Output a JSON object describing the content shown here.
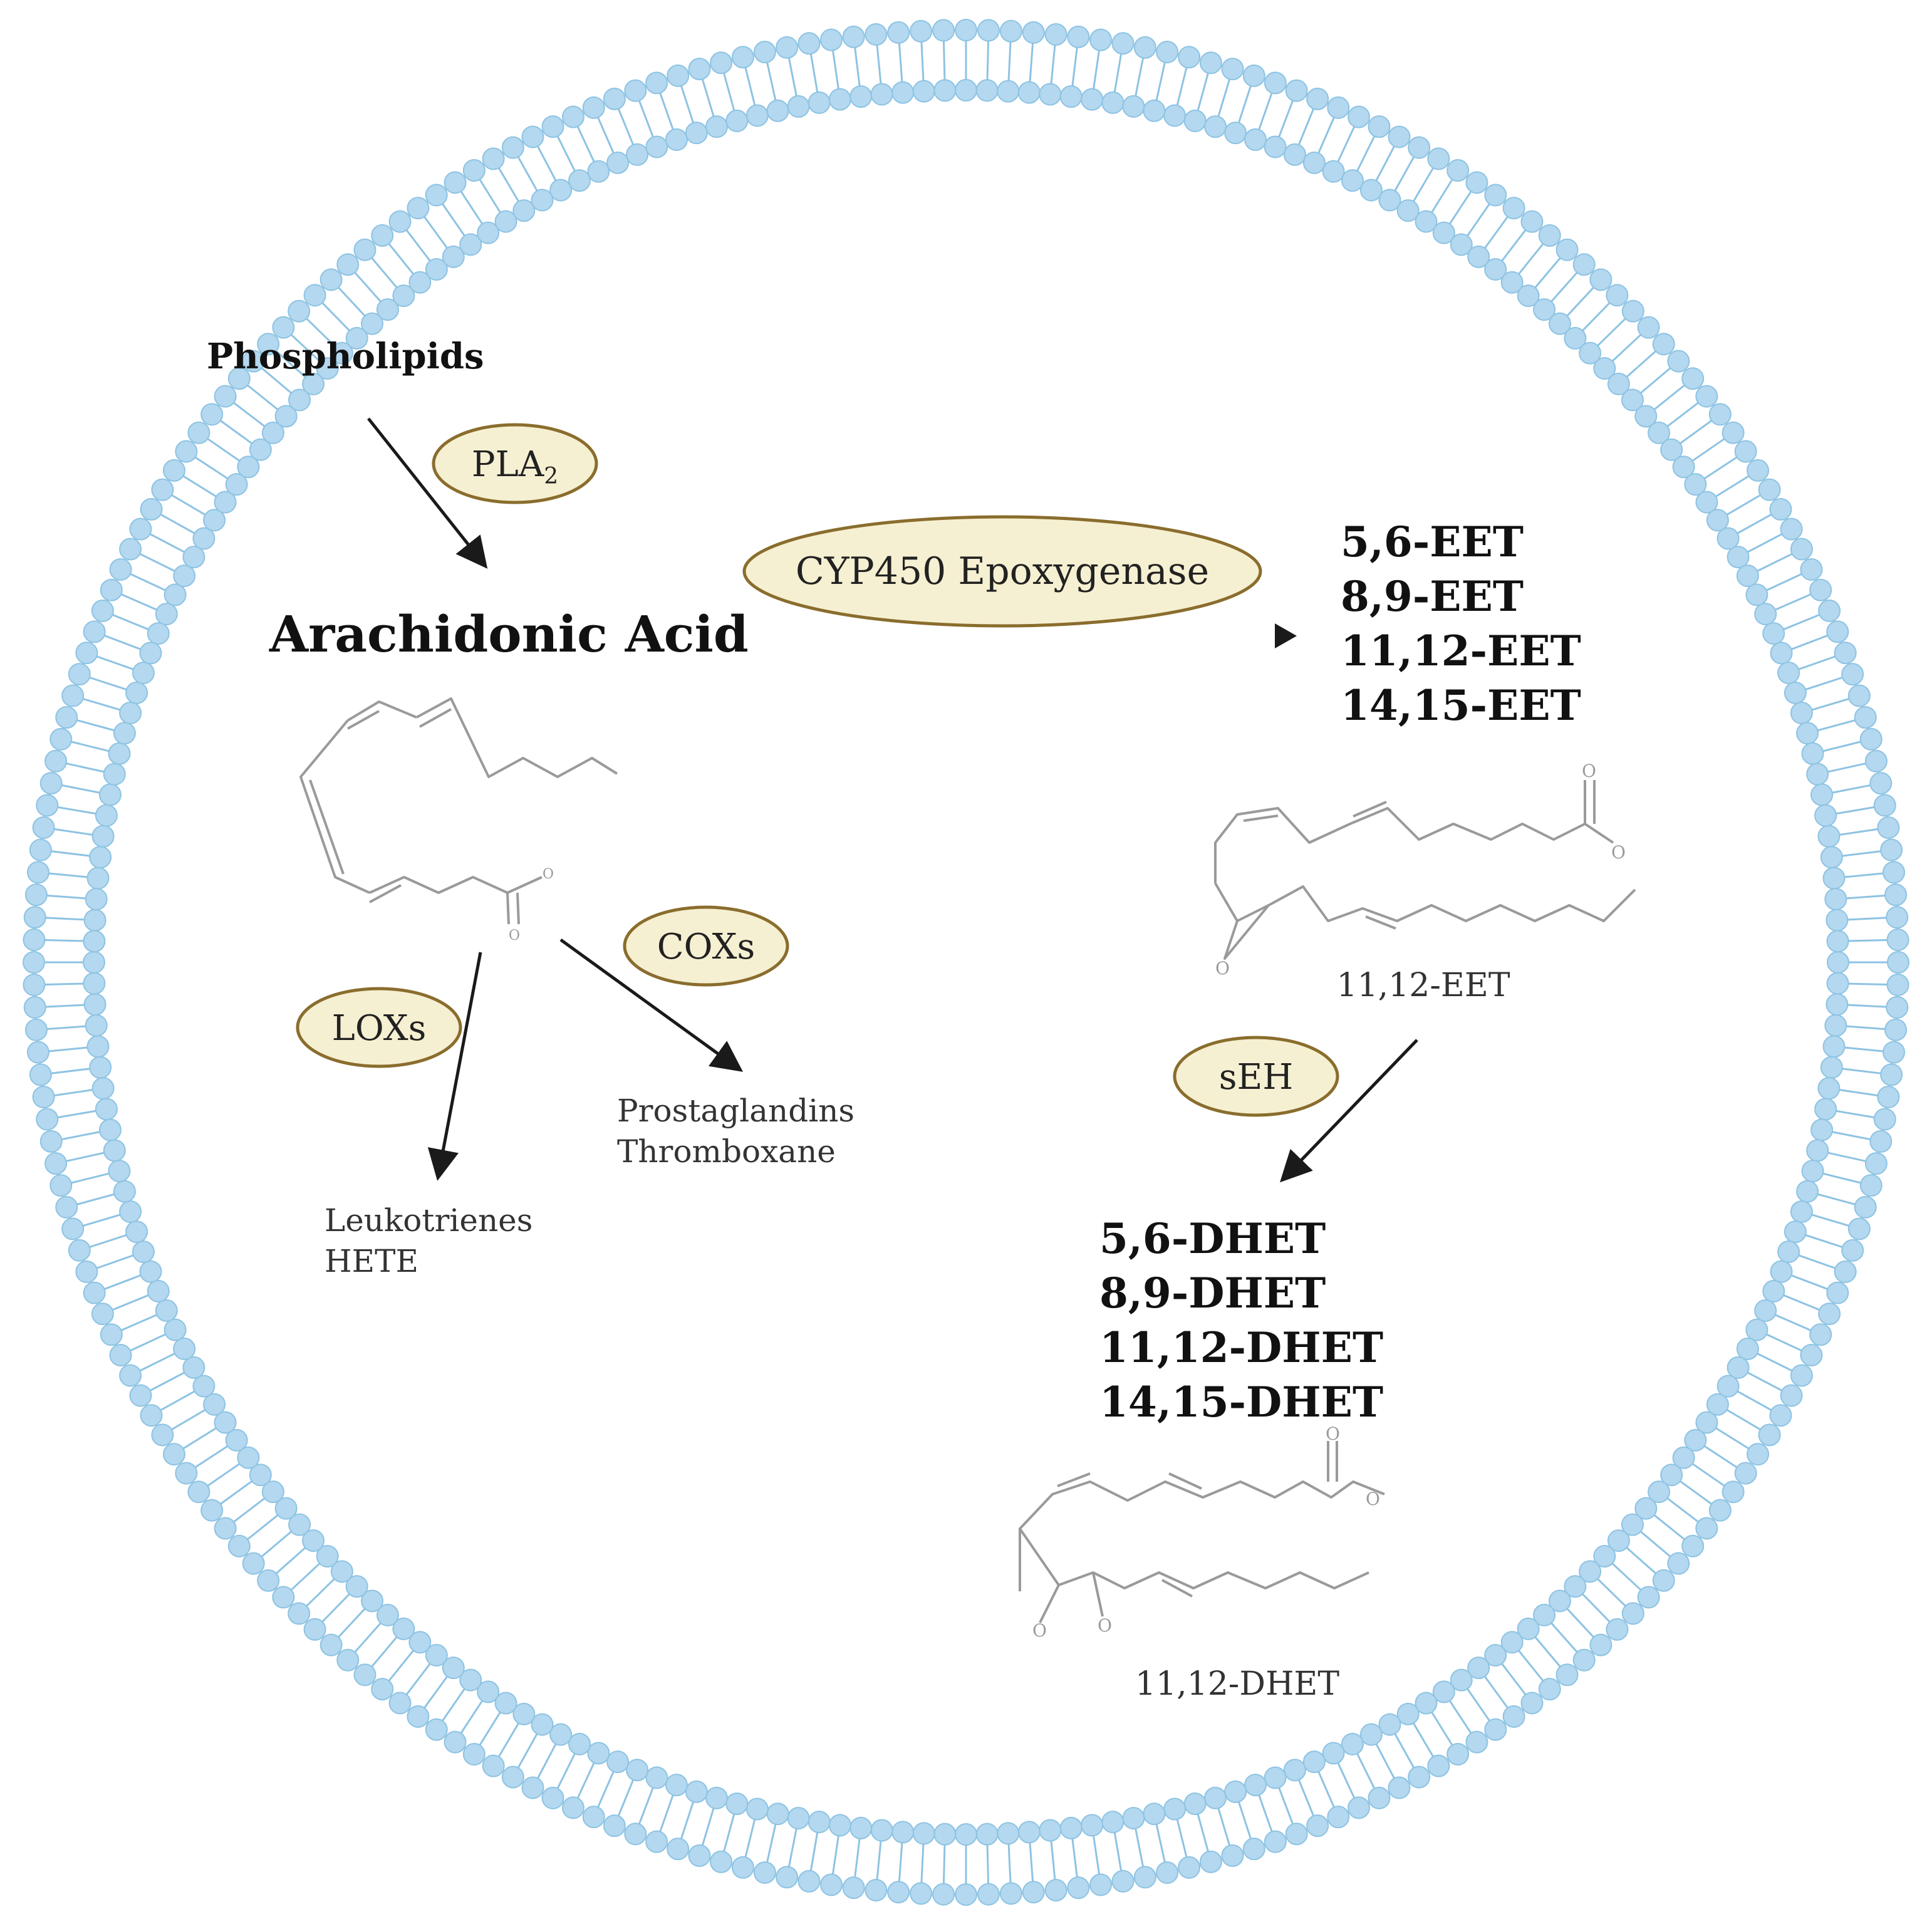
{
  "labels": {
    "phospholipids": "Phospholipids",
    "arachidonic_acid": "Arachidonic Acid",
    "pla2_main": "PLA",
    "pla2_sub": "2",
    "cyp450": "CYP450 Epoxygenase",
    "coxs": "COXs",
    "loxs": "LOXs",
    "seh": "sEH",
    "prostaglandins": "Prostaglandins",
    "thromboxane": "Thromboxane",
    "leukotrienes": "Leukotrienes",
    "hete": "HETE",
    "eet_caption": "11,12-EET",
    "dhet_caption": "11,12-DHET",
    "oxygen": "O"
  },
  "eets": [
    "5,6-EET",
    "8,9-EET",
    "11,12-EET",
    "14,15-EET"
  ],
  "dhets": [
    "5,6-DHET",
    "8,9-DHET",
    "11,12-DHET",
    "14,15-DHET"
  ],
  "colors": {
    "membrane": "#b3d8ef",
    "membrane_dark": "#8ec3e3",
    "enzyme_fill": "#f6f0d2",
    "enzyme_stroke": "#8a6d2d",
    "arrow": "#1a1a1a",
    "structure": "#9a9a9a"
  }
}
